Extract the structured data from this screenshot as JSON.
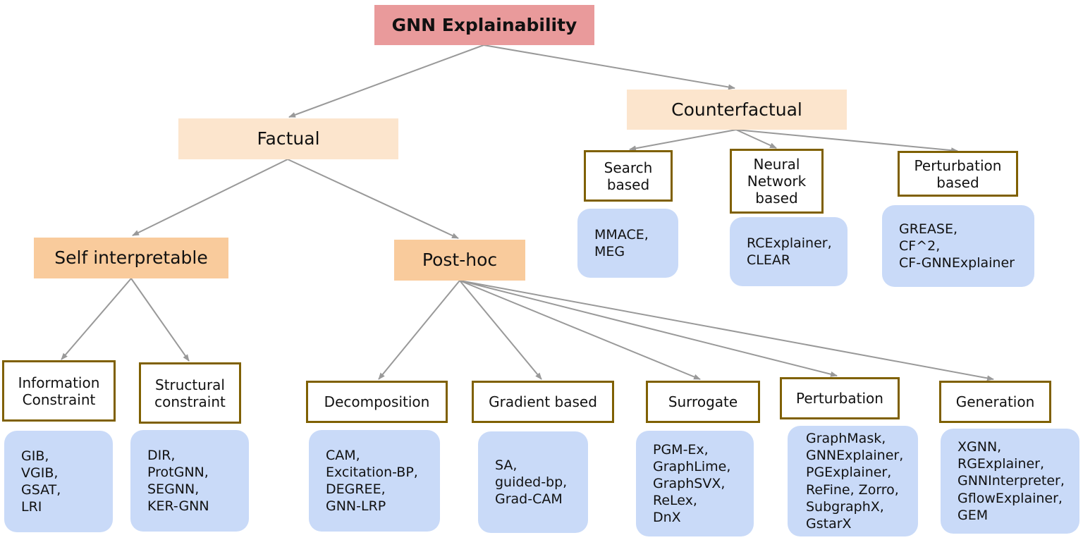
{
  "root": "GNN Explainability",
  "factual": "Factual",
  "counterfactual": "Counterfactual",
  "self_interpretable": "Self interpretable",
  "post_hoc": "Post-hoc",
  "cf_categories": {
    "search": "Search\nbased",
    "neural": "Neural\nNetwork\nbased",
    "perturbation": "Perturbation\nbased"
  },
  "cf_methods": {
    "search": "MMACE,\nMEG",
    "neural": "RCExplainer,\nCLEAR",
    "perturbation": "GREASE,\nCF^2,\nCF-GNNExplainer"
  },
  "self_categories": {
    "information": "Information\nConstraint",
    "structural": "Structural\nconstraint"
  },
  "self_methods": {
    "information": "GIB,\nVGIB,\nGSAT,\nLRI",
    "structural": "DIR,\nProtGNN,\nSEGNN,\nKER-GNN"
  },
  "posthoc_categories": {
    "decomposition": "Decomposition",
    "gradient": "Gradient based",
    "surrogate": "Surrogate",
    "perturbation": "Perturbation",
    "generation": "Generation"
  },
  "posthoc_methods": {
    "decomposition": "CAM,\nExcitation-BP,\nDEGREE,\nGNN-LRP",
    "gradient": "SA,\nguided-bp,\nGrad-CAM",
    "surrogate": "PGM-Ex,\nGraphLime,\nGraphSVX,\nReLex,\nDnX",
    "perturbation": "GraphMask,\nGNNExplainer,\nPGExplainer,\nReFine, Zorro,\nSubgraphX,\nGstarX",
    "generation": "XGNN,\nRGExplainer,\nGNNInterpreter,\nGflowExplainer,\nGEM"
  },
  "colors": {
    "root": "#e99a9b",
    "level1": "#fce5cd",
    "level2": "#f9cb9c",
    "category_border": "#7f6000",
    "method_fill": "#c9daf8",
    "edge": "#999999"
  }
}
